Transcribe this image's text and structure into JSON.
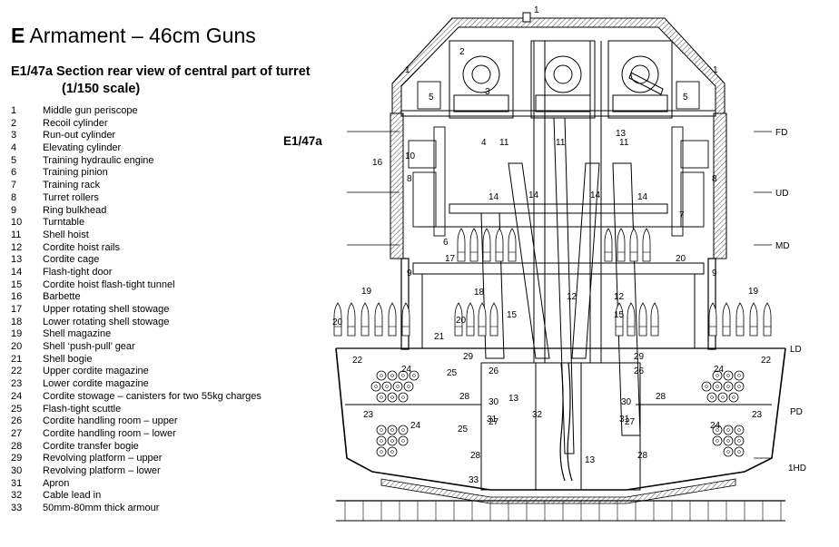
{
  "title": {
    "letter": "E",
    "text": "Armament – 46cm Guns"
  },
  "subtitle": {
    "line1": "E1/47a Section rear view of central part of turret",
    "line2": "(1/150 scale)"
  },
  "figure_label": "E1/47a",
  "legend": [
    {
      "n": "1",
      "label": "Middle gun periscope"
    },
    {
      "n": "2",
      "label": "Recoil cylinder"
    },
    {
      "n": "3",
      "label": "Run-out cylinder"
    },
    {
      "n": "4",
      "label": "Elevating cylinder"
    },
    {
      "n": "5",
      "label": "Training hydraulic engine"
    },
    {
      "n": "6",
      "label": "Training pinion"
    },
    {
      "n": "7",
      "label": "Training rack"
    },
    {
      "n": "8",
      "label": "Turret rollers"
    },
    {
      "n": "9",
      "label": "Ring bulkhead"
    },
    {
      "n": "10",
      "label": "Turntable"
    },
    {
      "n": "11",
      "label": "Shell hoist"
    },
    {
      "n": "12",
      "label": "Cordite hoist rails"
    },
    {
      "n": "13",
      "label": "Cordite cage"
    },
    {
      "n": "14",
      "label": "Flash-tight door"
    },
    {
      "n": "15",
      "label": "Cordite hoist flash-tight tunnel"
    },
    {
      "n": "16",
      "label": "Barbette"
    },
    {
      "n": "17",
      "label": "Upper rotating shell stowage"
    },
    {
      "n": "18",
      "label": "Lower rotating shell stowage"
    },
    {
      "n": "19",
      "label": "Shell magazine"
    },
    {
      "n": "20",
      "label": "Shell ‘push-pull’ gear"
    },
    {
      "n": "21",
      "label": "Shell bogie"
    },
    {
      "n": "22",
      "label": "Upper cordite magazine"
    },
    {
      "n": "23",
      "label": "Lower cordite magazine"
    },
    {
      "n": "24",
      "label": "Cordite stowage – canisters for two 55kg charges"
    },
    {
      "n": "25",
      "label": "Flash-tight scuttle"
    },
    {
      "n": "26",
      "label": "Cordite handling room – upper"
    },
    {
      "n": "27",
      "label": "Cordite handling room – lower"
    },
    {
      "n": "28",
      "label": "Cordite transfer bogie"
    },
    {
      "n": "29",
      "label": "Revolving platform – upper"
    },
    {
      "n": "30",
      "label": "Revolving platform – lower"
    },
    {
      "n": "31",
      "label": "Apron"
    },
    {
      "n": "32",
      "label": "Cable lead in"
    },
    {
      "n": "33",
      "label": "50mm-80mm thick armour"
    }
  ],
  "deck_labels": {
    "fd": "FD",
    "ud": "UD",
    "md": "MD",
    "ld": "LD",
    "pd": "PD",
    "hd": "1HD"
  },
  "callouts": {
    "c1": "1",
    "c2": "2",
    "c3": "3",
    "c4": "4",
    "c5": "5",
    "c6": "6",
    "c7": "7",
    "c8": "8",
    "c9": "9",
    "c10": "10",
    "c11": "11",
    "c12": "12",
    "c13": "13",
    "c14": "14",
    "c15": "15",
    "c16": "16",
    "c17": "17",
    "c18": "18",
    "c19": "19",
    "c20": "20",
    "c21": "21",
    "c22": "22",
    "c23": "23",
    "c24": "24",
    "c25": "25",
    "c26": "26",
    "c27": "27",
    "c28": "28",
    "c29": "29",
    "c30": "30",
    "c31": "31",
    "c32": "32",
    "c33": "33"
  }
}
